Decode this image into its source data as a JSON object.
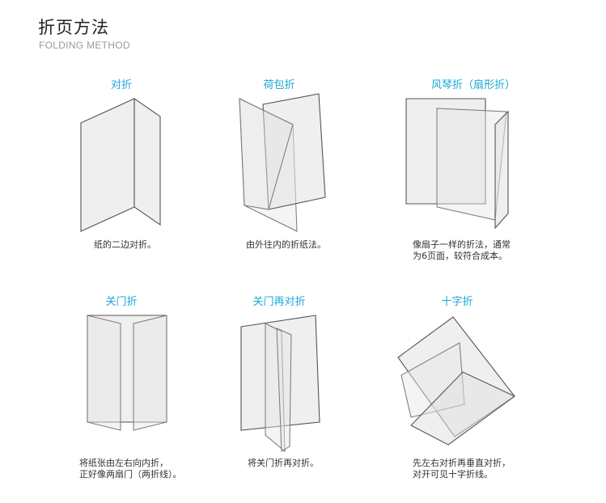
{
  "header": {
    "title": "折页方法",
    "subtitle": "FOLDING METHOD"
  },
  "methods": [
    {
      "label": "对折",
      "desc": [
        "纸的二边对折。"
      ]
    },
    {
      "label": "荷包折",
      "desc": [
        "由外往内的折纸法。"
      ]
    },
    {
      "label": "风琴折（扇形折）",
      "desc": [
        "像扇子一样的折法，通常",
        "为6页面，较符合成本。"
      ]
    },
    {
      "label": "关门折",
      "desc": [
        "将纸张由左右向内折，",
        "正好像两扇门（两折线）。"
      ]
    },
    {
      "label": "关门再对折",
      "desc": [
        "将关门折再对折。"
      ]
    },
    {
      "label": "十字折",
      "desc": [
        "先左右对折再垂直对折，",
        "对开可见十字折线。"
      ]
    }
  ]
}
